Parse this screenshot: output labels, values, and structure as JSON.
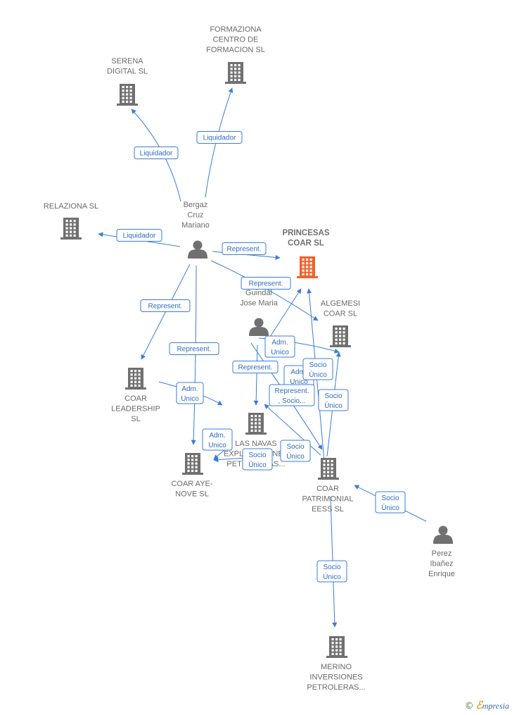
{
  "nodes": [
    {
      "id": "formaziona",
      "type": "company",
      "label": [
        "FORMAZIONA",
        "CENTRO DE",
        "FORMACION SL"
      ],
      "color": "#707070"
    },
    {
      "id": "serena",
      "type": "company",
      "label": [
        "SERENA",
        "DIGITAL SL"
      ],
      "color": "#707070"
    },
    {
      "id": "relaziona",
      "type": "company",
      "label": [
        "RELAZIONA SL"
      ],
      "color": "#707070"
    },
    {
      "id": "bergaz",
      "type": "person",
      "label": [
        "Bergaz",
        "Cruz",
        "Mariano"
      ],
      "color": "#707070"
    },
    {
      "id": "princesas",
      "type": "company",
      "label": [
        "PRINCESAS",
        "COAR  SL"
      ],
      "color": "#f0622e",
      "focus": true
    },
    {
      "id": "guindal",
      "type": "person",
      "label": [
        "Guindal",
        "Jose Maria"
      ],
      "color": "#707070"
    },
    {
      "id": "algemesi",
      "type": "company",
      "label": [
        "ALGEMESI",
        "COAR  SL"
      ],
      "color": "#707070"
    },
    {
      "id": "leadership",
      "type": "company",
      "label": [
        "COAR",
        "LEADERSHIP",
        "SL"
      ],
      "color": "#707070"
    },
    {
      "id": "lasnavas",
      "type": "company",
      "label": [
        "LAS NAVAS",
        "EXPLOTACIONES",
        "PETROLERAS..."
      ],
      "color": "#707070"
    },
    {
      "id": "ayenove",
      "type": "company",
      "label": [
        "COAR AYE-",
        "NOVE  SL"
      ],
      "color": "#707070"
    },
    {
      "id": "patrimonial",
      "type": "company",
      "label": [
        "COAR",
        "PATRIMONIAL",
        "EESS  SL"
      ],
      "color": "#707070"
    },
    {
      "id": "perez",
      "type": "person",
      "label": [
        "Perez",
        "Ibañez",
        "Enrique"
      ],
      "color": "#707070"
    },
    {
      "id": "merino",
      "type": "company",
      "label": [
        "MERINO",
        "INVERSIONES",
        "PETROLERAS..."
      ],
      "color": "#707070"
    }
  ],
  "edges": [
    {
      "from": "bergaz",
      "to": "serena",
      "label": [
        "Liquidador"
      ]
    },
    {
      "from": "bergaz",
      "to": "formaziona",
      "label": [
        "Liquidador"
      ]
    },
    {
      "from": "bergaz",
      "to": "relaziona",
      "label": [
        "Liquidador"
      ]
    },
    {
      "from": "bergaz",
      "to": "princesas",
      "label": [
        "Represent."
      ]
    },
    {
      "from": "bergaz",
      "to": "algemesi",
      "label": [
        "Represent."
      ]
    },
    {
      "from": "bergaz",
      "to": "leadership",
      "label": [
        "Represent."
      ]
    },
    {
      "from": "bergaz",
      "to": "ayenove",
      "label": [
        "Represent."
      ]
    },
    {
      "from": "leadership",
      "to": "lasnavas",
      "label": [
        "Adm.",
        "Unico"
      ]
    },
    {
      "from": "guindal",
      "to": "princesas",
      "label": [
        "Adm.",
        "Unico"
      ]
    },
    {
      "from": "guindal",
      "to": "lasnavas",
      "label": [
        "Represent."
      ]
    },
    {
      "from": "guindal",
      "to": "algemesi",
      "label": [
        "Adm.",
        "Unico"
      ]
    },
    {
      "from": "guindal",
      "to": "patrimonial",
      "label": [
        "Represent.",
        ", Socio..."
      ]
    },
    {
      "from": "lasnavas",
      "to": "ayenove",
      "label": [
        "Adm.",
        "Unico"
      ]
    },
    {
      "from": "patrimonial",
      "to": "princesas",
      "label": [
        "Socio",
        "Único"
      ]
    },
    {
      "from": "patrimonial",
      "to": "algemesi",
      "label": [
        "Socio",
        "Único"
      ]
    },
    {
      "from": "patrimonial",
      "to": "lasnavas",
      "label": [
        "Socio",
        "Único"
      ]
    },
    {
      "from": "lasnavas",
      "to": "ayenove",
      "label": [
        "Socio",
        "Único"
      ]
    },
    {
      "from": "perez",
      "to": "patrimonial",
      "label": [
        "Socio",
        "Único"
      ]
    },
    {
      "from": "patrimonial",
      "to": "merino",
      "label": [
        "Socio",
        "Único"
      ]
    }
  ],
  "footer": {
    "copyright": "©",
    "brand_first": "ℰ",
    "brand_rest": "mpresia"
  }
}
